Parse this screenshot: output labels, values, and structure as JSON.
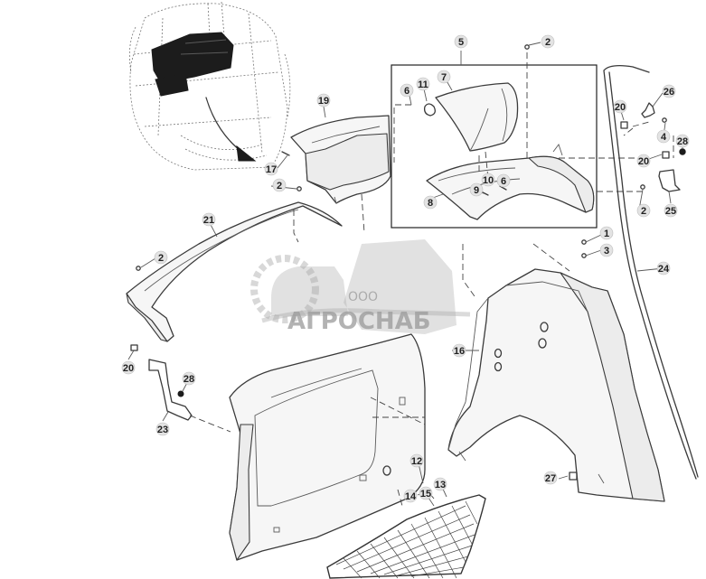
{
  "watermark": {
    "prefix": "ООО",
    "name": "АГРОСНАБ"
  },
  "callouts": [
    {
      "id": "c1",
      "label": "1"
    },
    {
      "id": "c2a",
      "label": "2"
    },
    {
      "id": "c2b",
      "label": "2"
    },
    {
      "id": "c2c",
      "label": "2"
    },
    {
      "id": "c2d",
      "label": "2"
    },
    {
      "id": "c3",
      "label": "3"
    },
    {
      "id": "c4",
      "label": "4"
    },
    {
      "id": "c5",
      "label": "5"
    },
    {
      "id": "c6a",
      "label": "6"
    },
    {
      "id": "c6b",
      "label": "6"
    },
    {
      "id": "c7",
      "label": "7"
    },
    {
      "id": "c8",
      "label": "8"
    },
    {
      "id": "c9",
      "label": "9"
    },
    {
      "id": "c10",
      "label": "10"
    },
    {
      "id": "c11",
      "label": "11"
    },
    {
      "id": "c12",
      "label": "12"
    },
    {
      "id": "c13",
      "label": "13"
    },
    {
      "id": "c14",
      "label": "14"
    },
    {
      "id": "c15",
      "label": "15"
    },
    {
      "id": "c16",
      "label": "16"
    },
    {
      "id": "c17",
      "label": "17"
    },
    {
      "id": "c19",
      "label": "19"
    },
    {
      "id": "c20a",
      "label": "20"
    },
    {
      "id": "c20b",
      "label": "20"
    },
    {
      "id": "c20c",
      "label": "20"
    },
    {
      "id": "c21",
      "label": "21"
    },
    {
      "id": "c23",
      "label": "23"
    },
    {
      "id": "c24",
      "label": "24"
    },
    {
      "id": "c25",
      "label": "25"
    },
    {
      "id": "c26",
      "label": "26"
    },
    {
      "id": "c27",
      "label": "27"
    },
    {
      "id": "c28a",
      "label": "28"
    },
    {
      "id": "c28b",
      "label": "28"
    }
  ]
}
